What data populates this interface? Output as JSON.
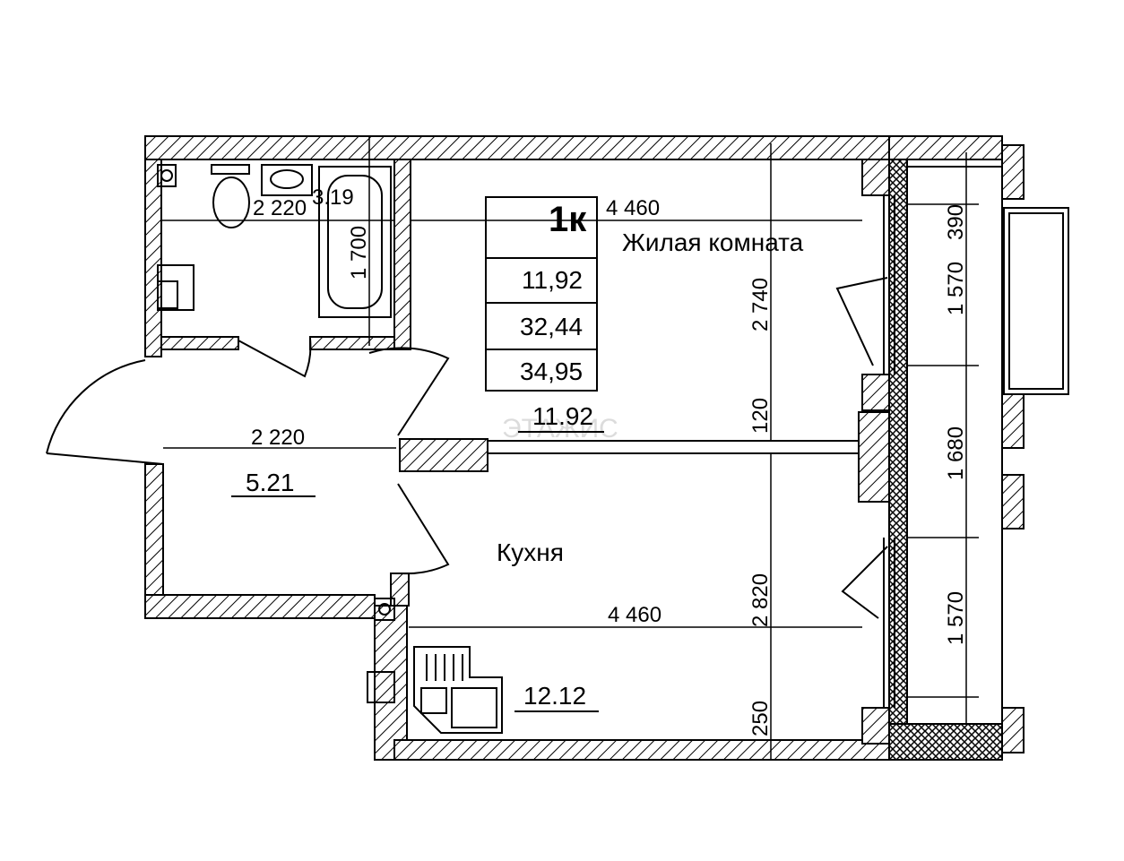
{
  "watermark": "ЭТАЖИС",
  "legend": {
    "rooms_label": "1к",
    "living_area": "11,92",
    "total_area": "32,44",
    "total_area_with_balcony": "34,95"
  },
  "rooms": {
    "living": {
      "name": "Жилая комната",
      "area": "11.92"
    },
    "kitchen": {
      "name": "Кухня",
      "area": "12.12"
    },
    "hall": {
      "area": "5.21"
    },
    "bath": {
      "area": "3.19"
    }
  },
  "dimensions": {
    "bath_width": "2 220",
    "bathtub_length": "1 700",
    "living_width": "4 460",
    "living_depth": "2 740",
    "partition": "120",
    "hall_width": "2 220",
    "kitchen_width": "4 460",
    "kitchen_depth": "2 820",
    "bottom_offset": "250",
    "balcony_1": "1 570",
    "balcony_2": "390",
    "balcony_3": "1 680",
    "balcony_4": "1 570"
  }
}
